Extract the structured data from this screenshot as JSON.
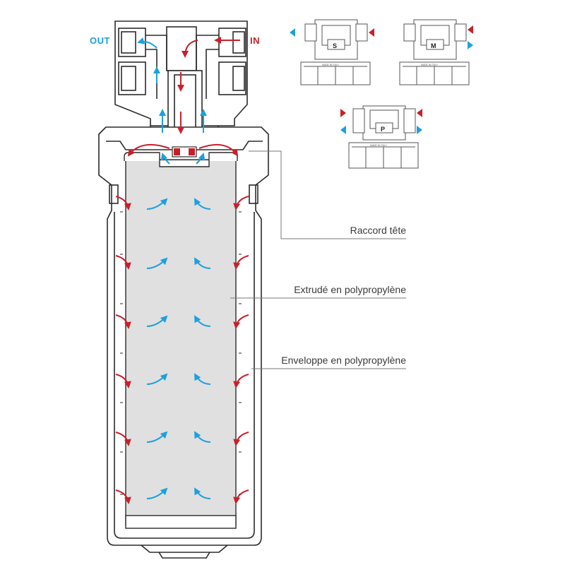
{
  "ports": {
    "out_label": "OUT",
    "in_label": "IN"
  },
  "callouts": [
    {
      "id": "raccord",
      "label": "Raccord tête"
    },
    {
      "id": "extrude",
      "label": "Extrudé en polypropylène"
    },
    {
      "id": "enveloppe",
      "label": "Enveloppe en polypropylène"
    }
  ],
  "head_variants": [
    {
      "letter": "S",
      "stamp": "MADE IN ITALY"
    },
    {
      "letter": "M",
      "stamp": "MADE IN ITALY"
    },
    {
      "letter": "P",
      "stamp": "MADE IN ITALY"
    }
  ],
  "colors": {
    "inflow": "#c8202a",
    "outflow": "#1ea0dc",
    "cartridge_fill": "#e0e0e0",
    "outline": "#2b2b2b",
    "leader": "#777777"
  }
}
